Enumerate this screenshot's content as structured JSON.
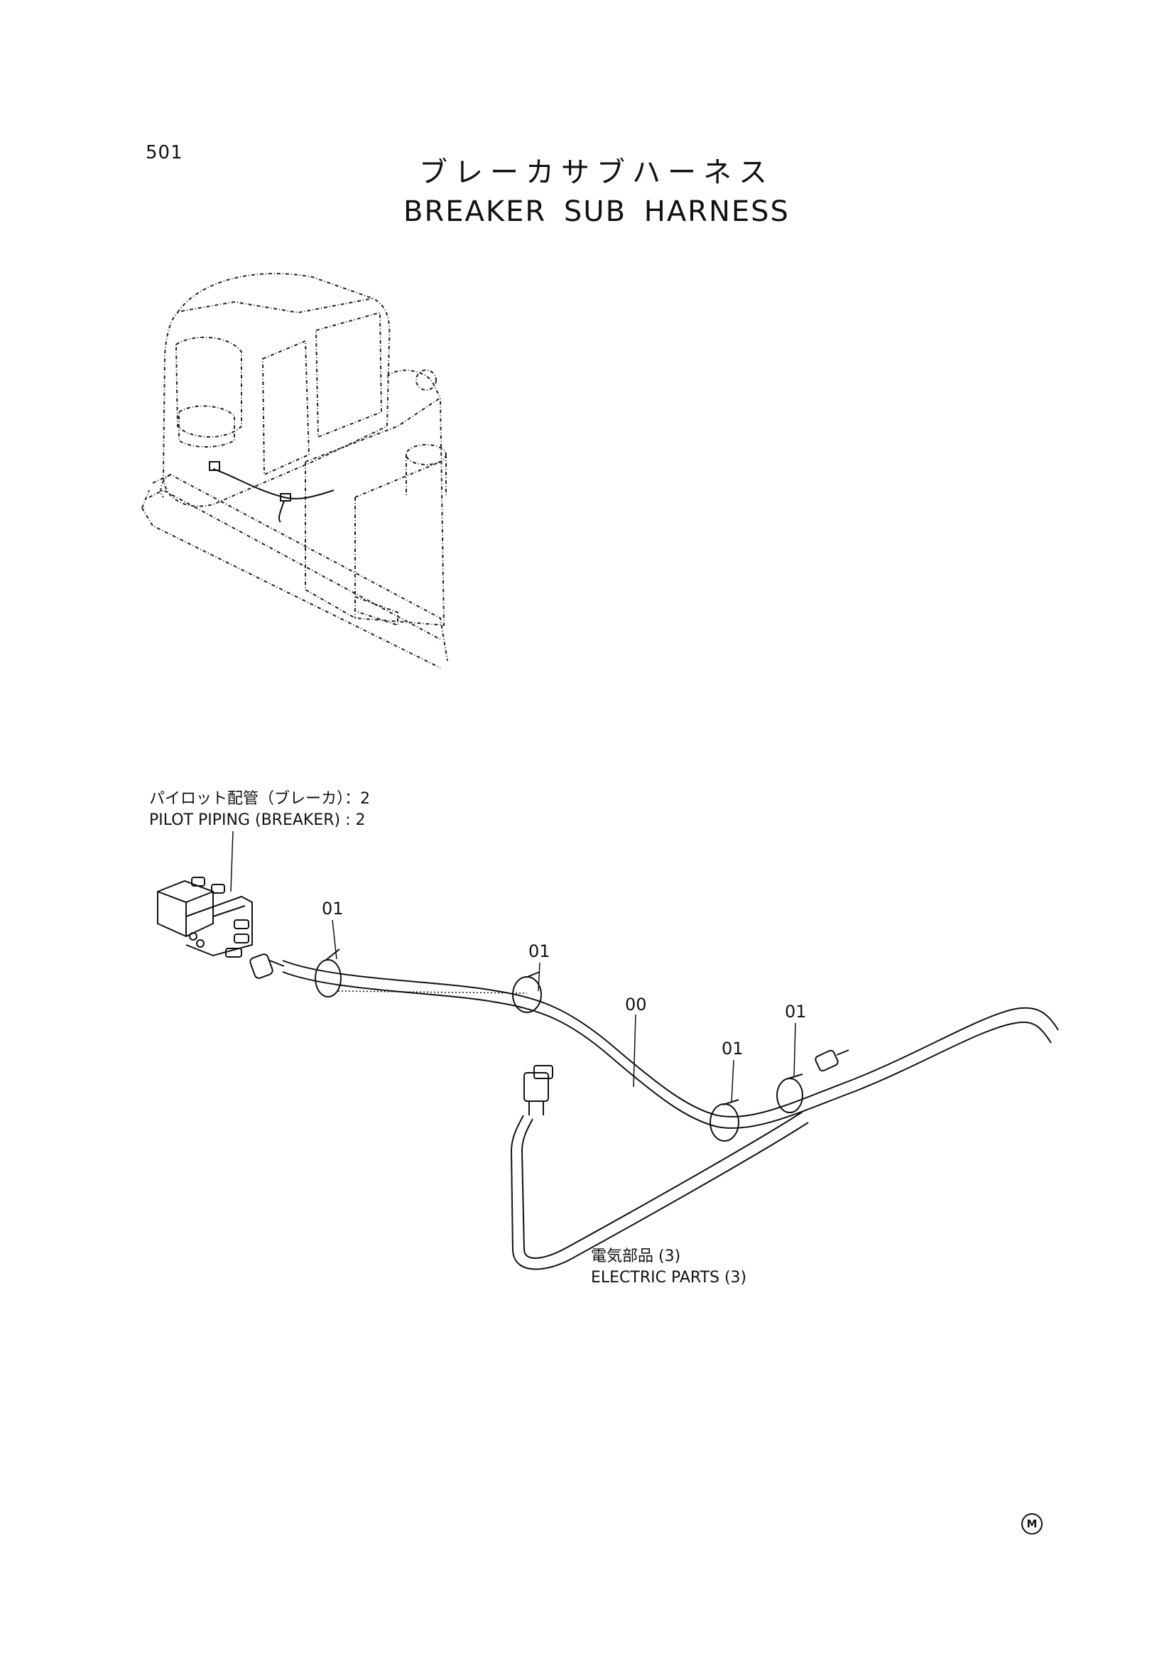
{
  "page_number": "501",
  "title": {
    "jp": "ブレーカサブハーネス",
    "en": "BREAKER SUB HARNESS"
  },
  "labels": {
    "pilot_jp": "パイロット配管（ブレーカ）：2",
    "pilot_en": "PILOT PIPING (BREAKER) : 2",
    "electric_jp": "電気部品 (3)",
    "electric_en": "ELECTRIC PARTS (3)"
  },
  "callouts": {
    "clamp_1": "01",
    "clamp_2": "01",
    "harness": "00",
    "clamp_3": "01",
    "clamp_4": "01"
  },
  "corner_mark": "M"
}
